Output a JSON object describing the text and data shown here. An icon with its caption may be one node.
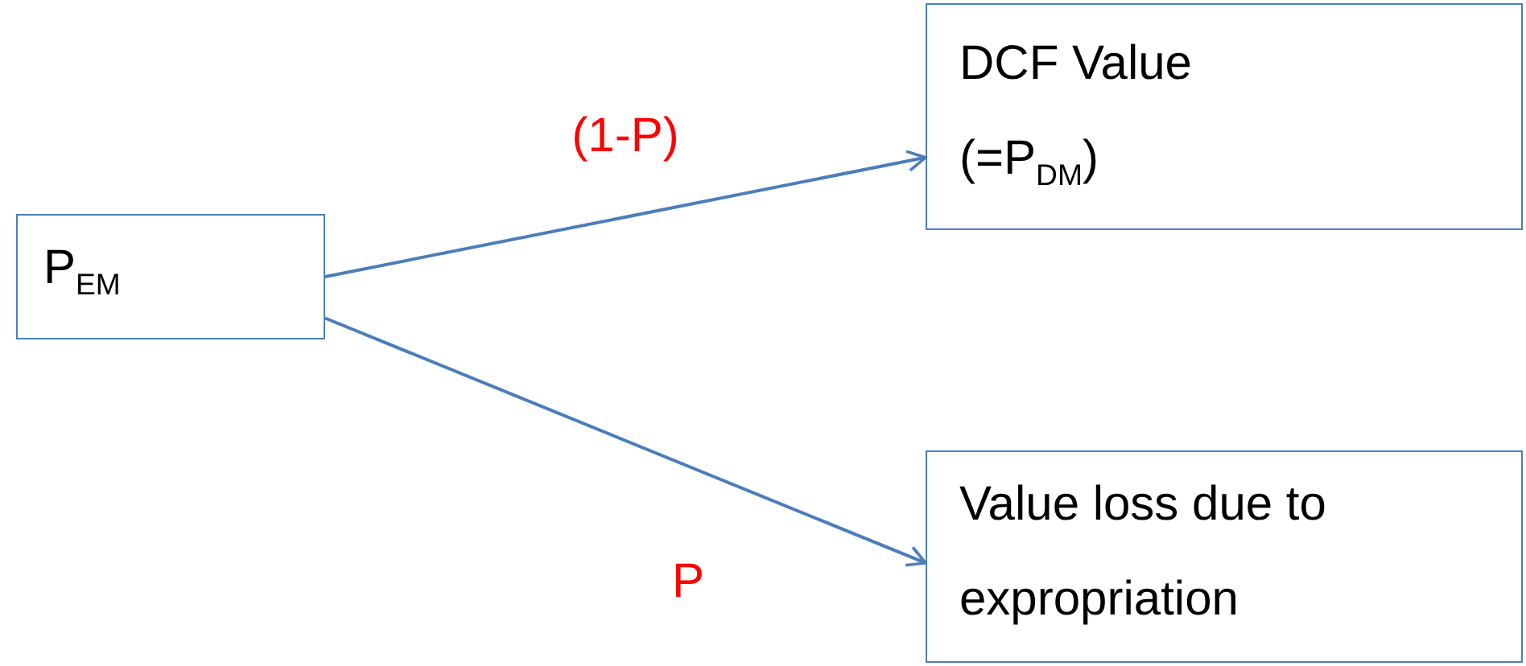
{
  "diagram": {
    "nodes": [
      {
        "text": [
          "P$_{EM}$"
        ]
      },
      {
        "text": [
          "DCF Value (=P$_{DM}$)"
        ]
      },
      {
        "text": [
          "Value loss due to expropriation"
        ]
      }
    ],
    "edges": [
      {
        "from": 0,
        "to": 1,
        "arrow": "to",
        "label": "(1-P)"
      },
      {
        "from": 0,
        "to": 2,
        "arrow": "to",
        "label": "P"
      }
    ]
  }
}
